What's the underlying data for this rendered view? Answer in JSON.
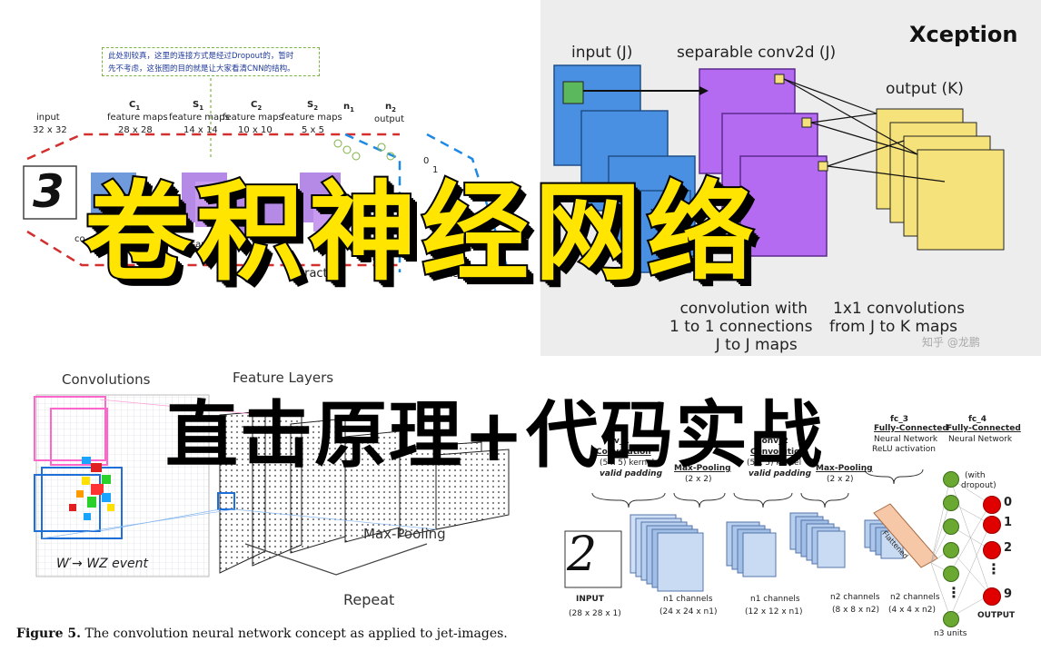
{
  "title": {
    "main": "卷积神经网络",
    "sub": "直击原理+代码实战"
  },
  "lenet": {
    "note_line1": "此处别较真，这里的连接方式是经过Dropout的，暂时",
    "note_line2": "先不考虑，这张图的目的就是让大家看清CNN的结构。",
    "input_label": "input",
    "input_size": "32 x 32",
    "c1_label": "C",
    "c1_sub": "1",
    "c1_desc": "feature maps",
    "c1_size": "28 x 28",
    "s1_label": "S",
    "s1_sub": "1",
    "s1_desc": "feature maps",
    "s1_size": "14 x 14",
    "c2_label": "C",
    "c2_sub": "2",
    "c2_desc": "feature maps",
    "c2_size": "10 x 10",
    "s2_label": "S",
    "s2_sub": "2",
    "s2_desc": "feature maps",
    "s2_size": "5 x 5",
    "n1_label": "n",
    "n1_sub": "1",
    "n2_label": "n",
    "n2_sub": "2",
    "output_label": "output",
    "digit": "3",
    "frag_co": "co",
    "frag_subsamp": "subsampling",
    "frag_2": "2",
    "frag_lng": "ling",
    "frag_0": "0",
    "frag_1": "1",
    "frag_feat": "fe",
    "frag_tract": "tractio",
    "frag_class": "classi",
    "frag_ation": "ation"
  },
  "xception": {
    "title": "Xception",
    "input": "input (J)",
    "sep": "separable conv2d (J)",
    "output": "output (K)",
    "filter_frag": "ilte",
    "cap1_l1": "convolution with",
    "cap1_l2": "1 to 1 connections",
    "cap1_l3": "J to J maps",
    "cap2_l1": "1x1 convolutions",
    "cap2_l2": "from J to K maps",
    "watermark": "知乎 @龙鹏"
  },
  "jet": {
    "convolutions": "Convolutions",
    "feature_layers": "Feature Layers",
    "max_pooling": "Max-Pooling",
    "repeat": "Repeat",
    "event": "W′→  WZ event",
    "figure_label": "Figure 5.",
    "figure_text": "The convolution neural network concept as applied to jet-images."
  },
  "cnn2": {
    "conv1_title": "v_1",
    "conv1_type": "Convolution",
    "conv1_kernel": "(5 x 5) kernel",
    "conv1_pad": "valid padding",
    "pool1_type": "Max-Pooling",
    "pool1_size": "(2 x 2)",
    "conv2_title": "Conv_2",
    "conv2_type": "Convolution",
    "conv2_kernel": "(5 x 5) kernel",
    "conv2_pad": "valid padding",
    "pool2_type": "Max-Pooling",
    "pool2_size": "(2 x 2)",
    "fc3_title": "fc_3",
    "fc3_type": "Fully-Connected",
    "fc3_net": "Neural Network",
    "fc3_act": "ReLU activation",
    "fc4_title": "fc_4",
    "fc4_type": "Fully-Connected",
    "fc4_net": "Neural Network",
    "dropout1": "(with",
    "dropout2": "dropout)",
    "flattened": "Flattened",
    "input_label": "INPUT",
    "input_size": "(28 x 28 x 1)",
    "n1a_label": "n1 channels",
    "n1a_size": "(24 x 24 x n1)",
    "n1b_label": "n1 channels",
    "n1b_size": "(12 x 12 x n1)",
    "n2a_label": "n2 channels",
    "n2a_size": "(8 x 8 x n2)",
    "n2b_label": "n2 channels",
    "n2b_size": "(4 x 4 x n2)",
    "n3_label": "n3 units",
    "output_label": "OUTPUT",
    "out0": "0",
    "out1": "1",
    "out2": "2",
    "out_dots": "⋮",
    "out9": "9",
    "digit": "2"
  },
  "colors": {
    "title_yellow": "#ffe500",
    "blue_layer": "#4a90e2",
    "purple_layer": "#b46bf2",
    "green_filter": "#5cb85c",
    "yellow_output": "#f6e27a",
    "red_node": "#e00000",
    "green_node": "#6aa832"
  }
}
